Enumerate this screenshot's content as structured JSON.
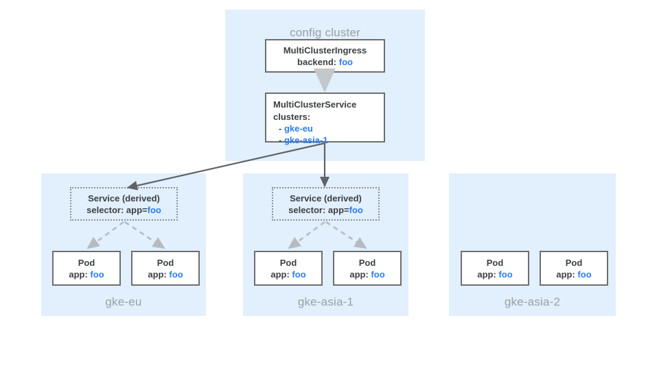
{
  "diagram": {
    "title_config_cluster": "config cluster",
    "colors": {
      "panel_bg": "#e2effc",
      "panel_label": "#9aa0a6",
      "box_border": "#6e6e6e",
      "derived_border": "#8a8f94",
      "text": "#3c4043",
      "accent_blue": "#2a7cf7",
      "arrow_dark": "#5f6368",
      "arrow_light": "#c3c8cc"
    }
  },
  "config_cluster": {
    "label": "config cluster",
    "ingress": {
      "kind": "MultiClusterIngress",
      "field_label": "backend:",
      "field_value": "foo"
    },
    "service": {
      "kind": "MultiClusterService",
      "field_label": "clusters:",
      "clusters": [
        {
          "bullet": "-",
          "name": "gke-eu"
        },
        {
          "bullet": "-",
          "name": "gke-asia-1"
        }
      ]
    }
  },
  "clusters": [
    {
      "label": "gke-eu",
      "has_derived_service": true,
      "derived_service": {
        "title": "Service (derived)",
        "selector_label": "selector: app=",
        "selector_value": "foo"
      },
      "pods": [
        {
          "title": "Pod",
          "label": "app:",
          "value": "foo"
        },
        {
          "title": "Pod",
          "label": "app:",
          "value": "foo"
        }
      ]
    },
    {
      "label": "gke-asia-1",
      "has_derived_service": true,
      "derived_service": {
        "title": "Service (derived)",
        "selector_label": "selector: app=",
        "selector_value": "foo"
      },
      "pods": [
        {
          "title": "Pod",
          "label": "app:",
          "value": "foo"
        },
        {
          "title": "Pod",
          "label": "app:",
          "value": "foo"
        }
      ]
    },
    {
      "label": "gke-asia-2",
      "has_derived_service": false,
      "pods": [
        {
          "title": "Pod",
          "label": "app:",
          "value": "foo"
        },
        {
          "title": "Pod",
          "label": "app:",
          "value": "foo"
        }
      ]
    }
  ]
}
